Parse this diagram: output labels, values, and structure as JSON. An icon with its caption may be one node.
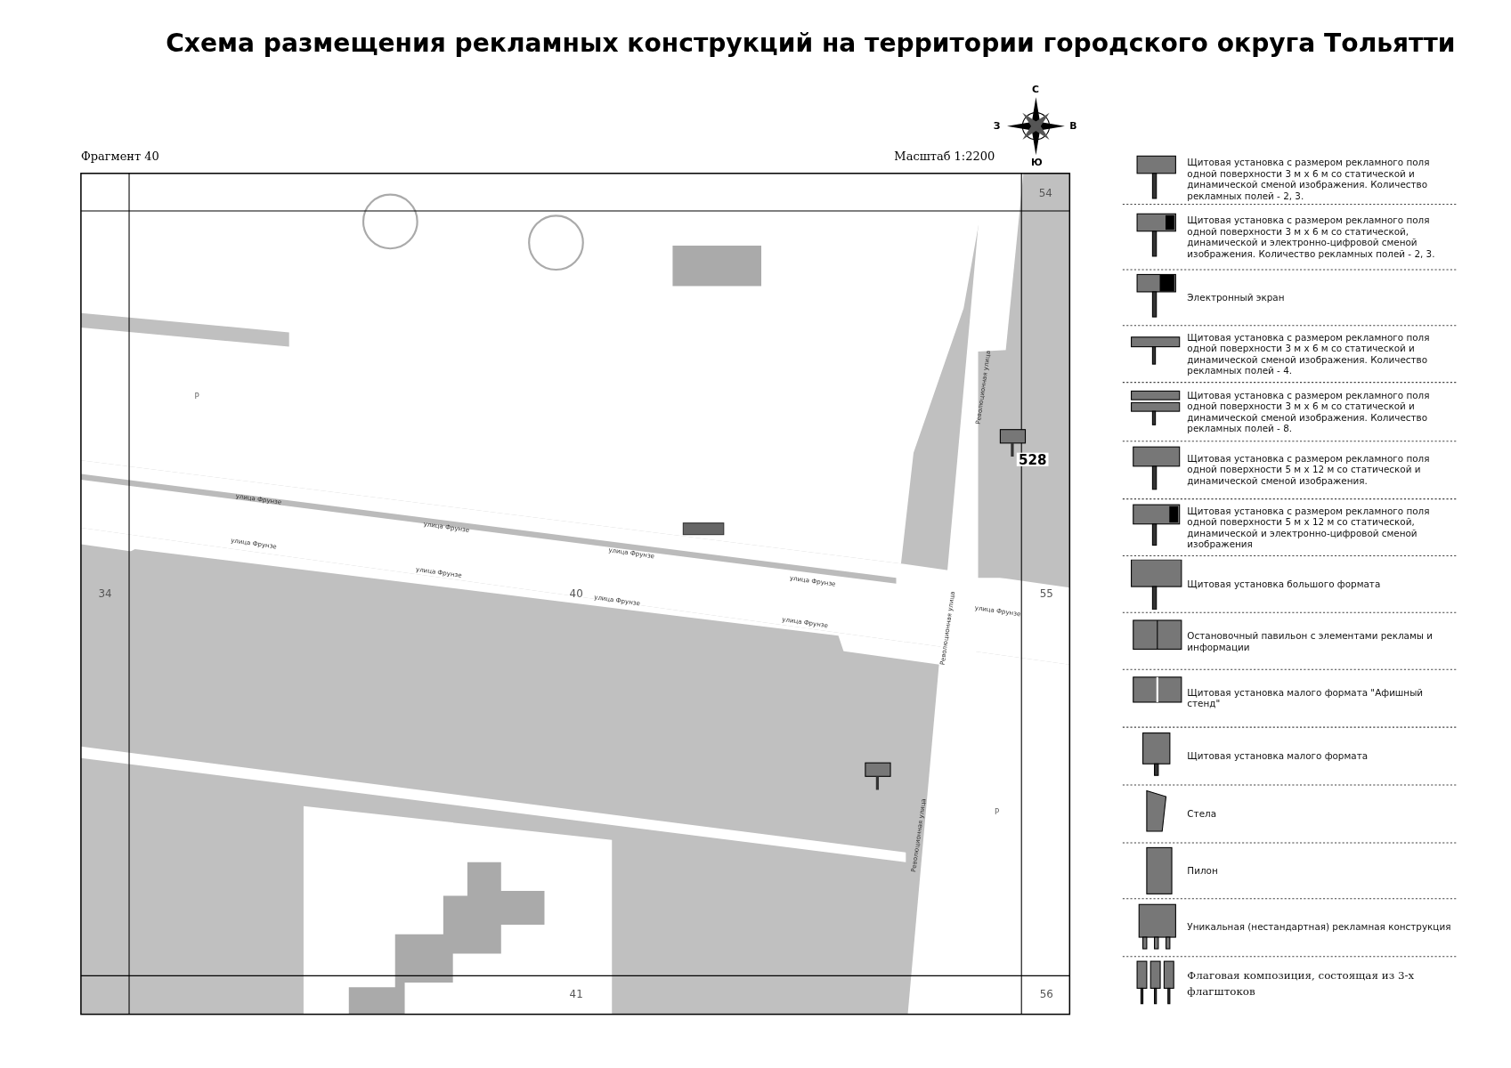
{
  "diagram": {
    "title": "Схема размещения рекламных конструкций на территории городского округа Тольятти",
    "labels": [
      "С",
      "З",
      "В",
      "Фрагмент 40",
      "Масштаб 1:2200",
      "Ю",
      "54",
      "Р",
      "Революционная улица",
      "528",
      "улица Фрунзе",
      "улица Фрунзе",
      "улица Фрунзе",
      "улица Фрунзе",
      "улица Фрунзе",
      "улица Фрунзе",
      "34",
      "40",
      "улица Фрунзе",
      "55",
      "улица Фрунзе",
      "улица Фрунзе",
      "Революционная улица",
      "Р",
      "Революционная улица",
      "41",
      "56"
    ],
    "legend": [
      {
        "text": "Щитовая установка с размером рекламного поля одной поверхности 3 м х 6 м со статической и динамической сменой изображения. Количество рекламных полей - 2, 3."
      },
      {
        "text": "Щитовая установка с размером рекламного поля одной поверхности 3 м х 6 м со статической, динамической и электронно-цифровой сменой изображения. Количество рекламных полей - 2, 3."
      },
      {
        "text": "Электронный экран"
      },
      {
        "text": "Щитовая установка с размером рекламного поля одной поверхности 3 м х 6 м со статической и динамической сменой изображения. Количество рекламных полей - 4."
      },
      {
        "text": "Щитовая установка с размером рекламного поля одной поверхности 3 м х 6 м со статической и динамической сменой изображения. Количество рекламных полей - 8."
      },
      {
        "text": "Щитовая установка с размером рекламного поля одной поверхности 5 м х 12 м со статической и динамической сменой изображения."
      },
      {
        "text": "Щитовая установка с размером рекламного поля одной поверхности 5 м х 12 м со статической, динамической и электронно-цифровой сменой изображения"
      },
      {
        "text": "Щитовая установка большого формата"
      },
      {
        "text": "Остановочный павильон с элементами рекламы и информации"
      },
      {
        "text": "Щитовая установка малого формата \"Афишный стенд\""
      },
      {
        "text": "Щитовая установка малого формата"
      },
      {
        "text": "Стела"
      },
      {
        "text": "Пилон"
      },
      {
        "text": "Уникальная (нестандартная) рекламная конструкция"
      },
      {
        "text": "Флаговая композиция, состоящая из 3-х флагштоков"
      }
    ]
  }
}
